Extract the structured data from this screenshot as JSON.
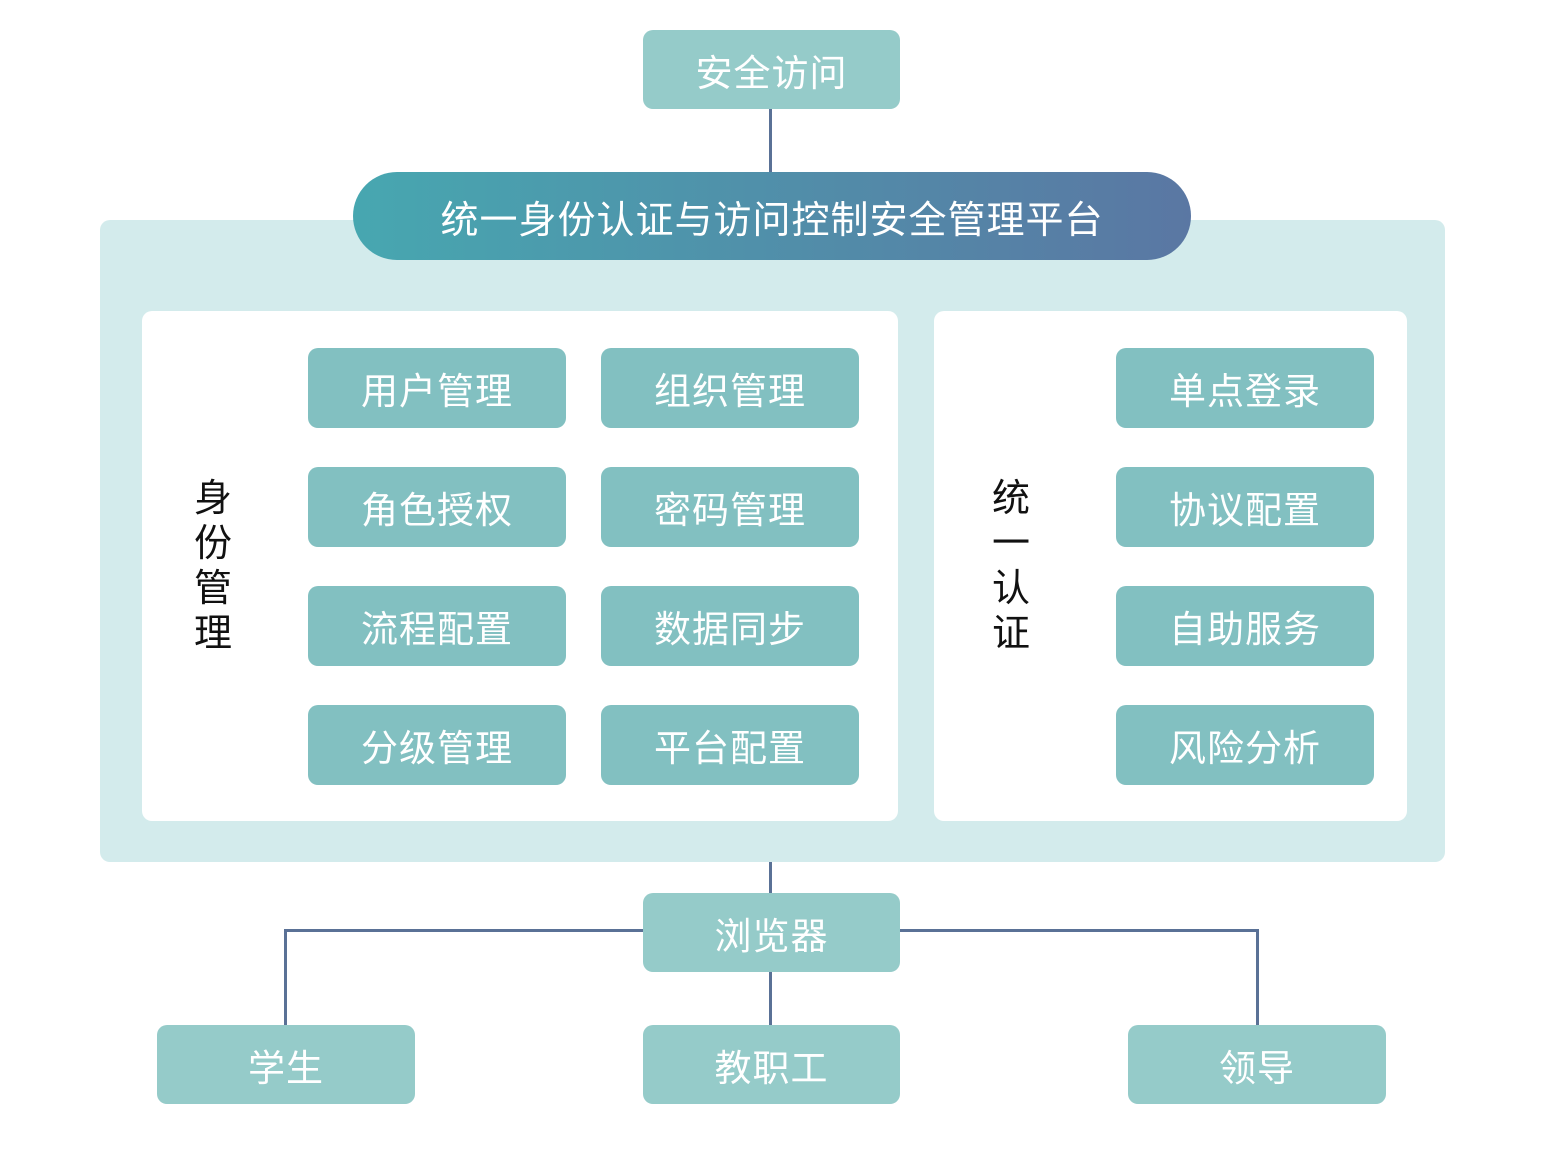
{
  "top_node": {
    "label": "安全访问"
  },
  "platform": {
    "title": "统一身份认证与访问控制安全管理平台",
    "gradient_start": "#47a7b0",
    "gradient_end": "#5a77a3"
  },
  "identity_section": {
    "label": "身份管理",
    "modules": [
      {
        "label": "用户管理"
      },
      {
        "label": "组织管理"
      },
      {
        "label": "角色授权"
      },
      {
        "label": "密码管理"
      },
      {
        "label": "流程配置"
      },
      {
        "label": "数据同步"
      },
      {
        "label": "分级管理"
      },
      {
        "label": "平台配置"
      }
    ]
  },
  "auth_section": {
    "label": "统一认证",
    "modules": [
      {
        "label": "单点登录"
      },
      {
        "label": "协议配置"
      },
      {
        "label": "自助服务"
      },
      {
        "label": "风险分析"
      }
    ]
  },
  "browser_node": {
    "label": "浏览器"
  },
  "users": [
    {
      "label": "学生"
    },
    {
      "label": "教职工"
    },
    {
      "label": "领导"
    }
  ],
  "colors": {
    "connector": "#5a7196",
    "panel_bg": "#d3ebec",
    "node_light": "#95cbc9",
    "module": "#82c0c1"
  }
}
